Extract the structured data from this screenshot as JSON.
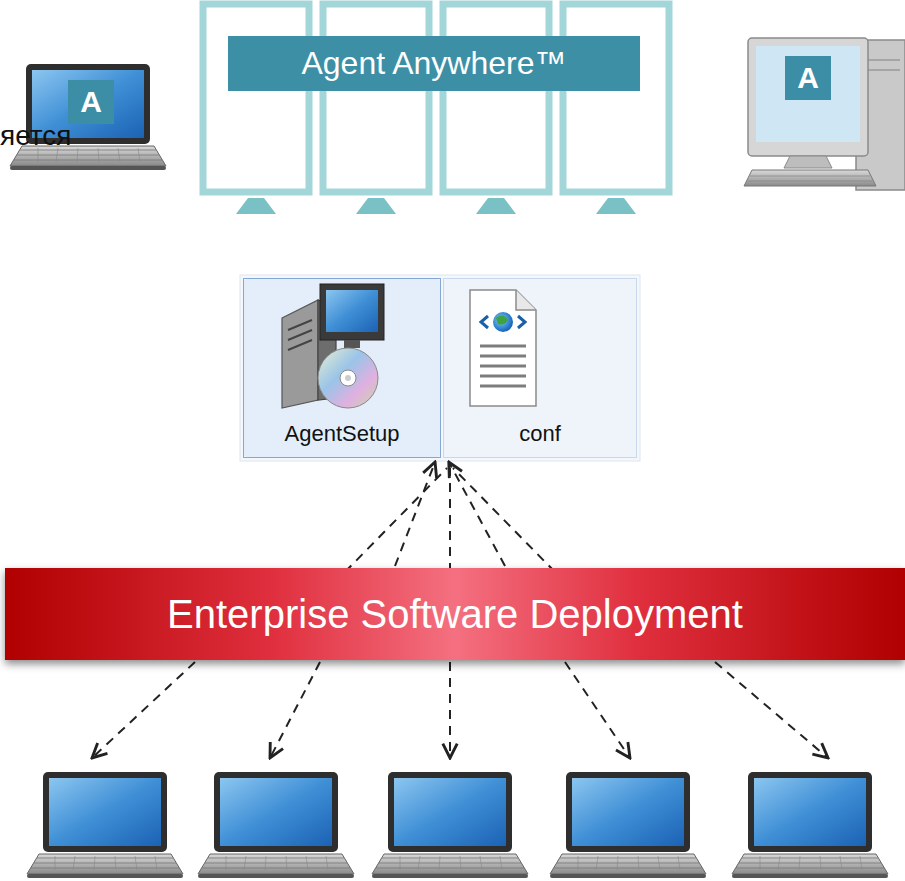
{
  "diagram": {
    "nodes": [
      {
        "text": [
          "A"
        ]
      },
      {
        "text": [
          "Agent Anywhere™"
        ]
      },
      {
        "text": [
          "A"
        ]
      },
      {
        "text": [
          "AgentSetup"
        ]
      },
      {
        "text": [
          "conf"
        ]
      },
      {
        "text": [
          "Enterprise Software Deployment"
        ]
      }
    ],
    "edges": [
      {
        "from": 5,
        "to": 3,
        "arrow": "to"
      },
      {
        "from": 5,
        "to": 4,
        "arrow": "to"
      }
    ],
    "labels": [
      "яется"
    ]
  }
}
